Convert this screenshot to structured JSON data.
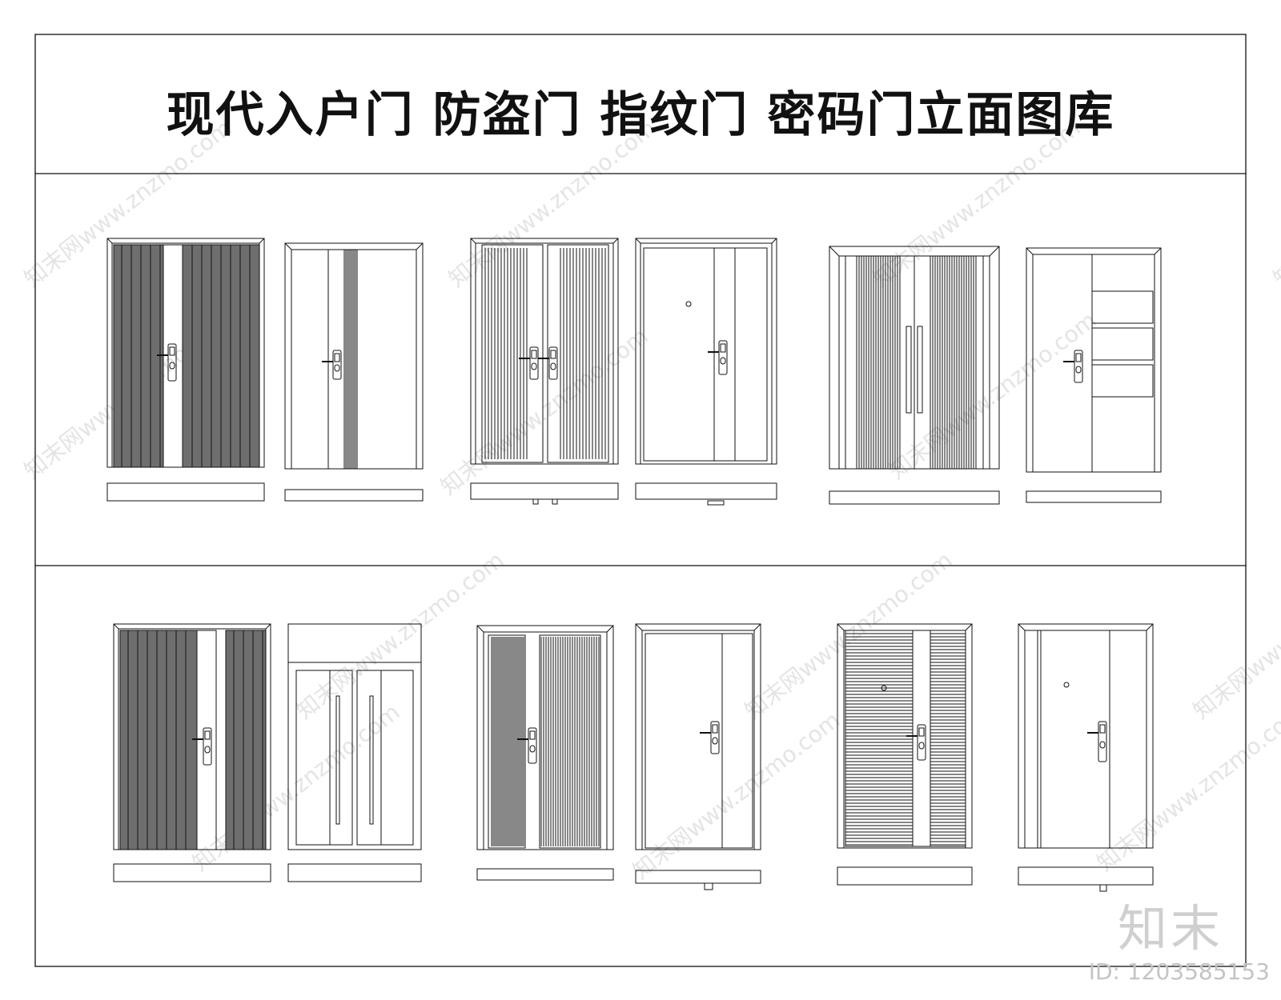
{
  "title": "现代入户门  防盗门  指纹门  密码门立面图库",
  "watermark": {
    "tile_text": "知末网www.znzmo.com",
    "logo": "知末",
    "id_text": "ID: 1203585153"
  },
  "colors": {
    "line": "#111111",
    "dark_fill": "#6e6e6e",
    "watermark": "#d6d6d6"
  }
}
